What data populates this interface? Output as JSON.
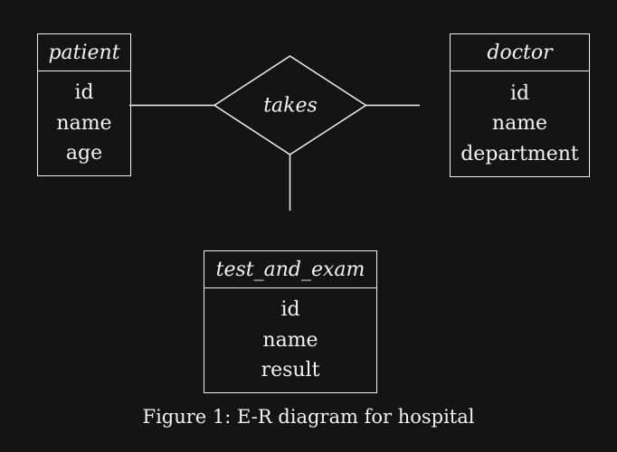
{
  "colors": {
    "background": "#141414",
    "foreground": "#f2f2f2"
  },
  "diagram": {
    "relationship": {
      "label": "takes"
    },
    "entities": [
      {
        "name": "patient",
        "attributes": [
          "id",
          "name",
          "age"
        ]
      },
      {
        "name": "doctor",
        "attributes": [
          "id",
          "name",
          "department"
        ]
      },
      {
        "name": "test_and_exam",
        "attributes": [
          "id",
          "name",
          "result"
        ]
      }
    ]
  },
  "figure": {
    "caption": "Figure 1: E-R diagram for hospital"
  }
}
